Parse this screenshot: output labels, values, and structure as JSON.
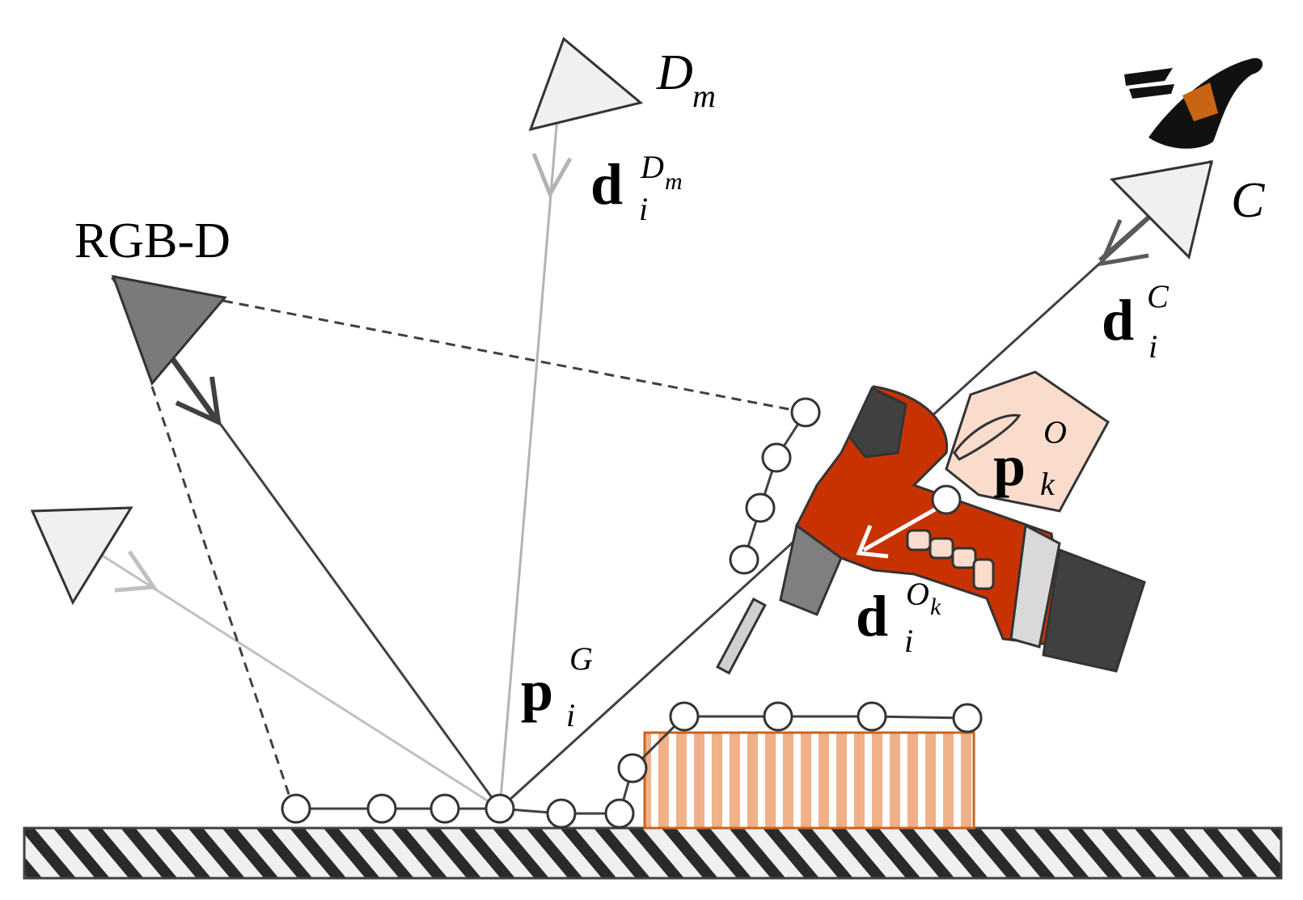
{
  "labels": {
    "rgbd": "RGB-D",
    "dm_main": "D",
    "dm_sub": "m",
    "c": "C",
    "d_letter": "d",
    "p_letter": "p",
    "sub_i": "i",
    "sup_dm_main": "D",
    "sup_dm_sub": "m",
    "sup_c": "C",
    "sup_g": "G",
    "sup_o_main": "O",
    "sup_o_sub": "k",
    "sub_k": "k"
  },
  "colors": {
    "dark_line": "#404040",
    "light_line": "#b3b3b3",
    "mid_line": "#5a5a5a",
    "camera_dark": "#7a7a7a",
    "camera_light": "#f0f0f0",
    "box_stripe": "#f0b088",
    "box_border": "#c8641e",
    "drill_red": "#c83200",
    "hand_skin": "#fadccc",
    "eye_orange": "#c86414"
  },
  "icons": [
    "rgbd-camera-icon",
    "virtual-camera-icon",
    "eye-icon",
    "drill-icon",
    "hand-icon"
  ]
}
